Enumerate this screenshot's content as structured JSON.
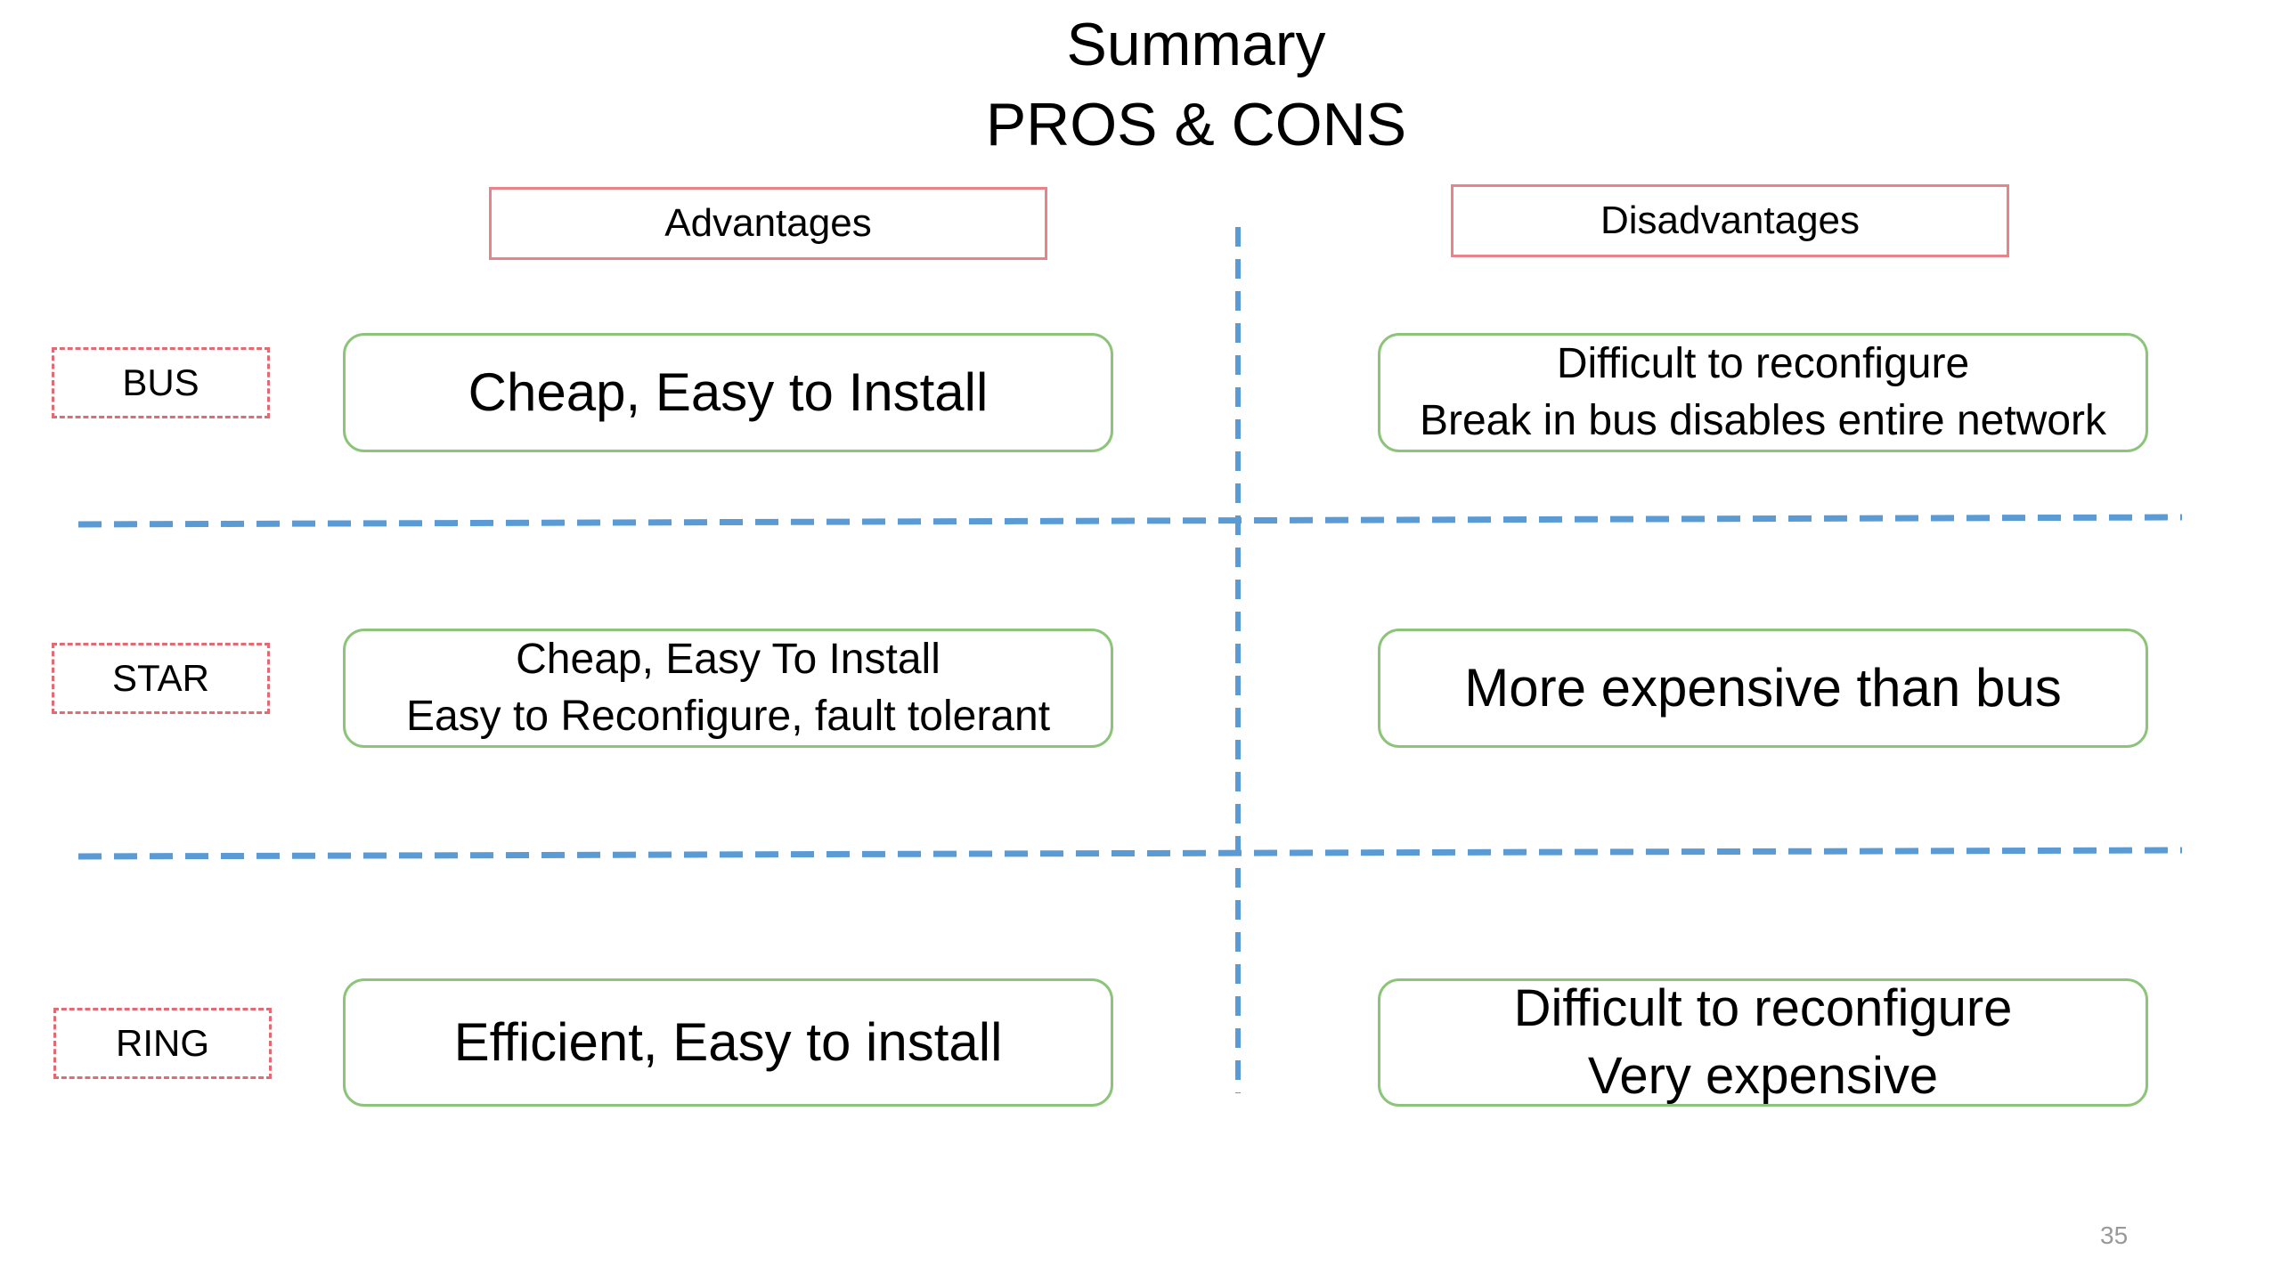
{
  "slide": {
    "title_line1": "Summary",
    "title_line2": "PROS & CONS",
    "page_number": "35"
  },
  "headers": {
    "advantages": "Advantages",
    "disadvantages": "Disadvantages"
  },
  "topologies": [
    {
      "label": "BUS",
      "advantages": [
        "Cheap, Easy to Install"
      ],
      "disadvantages": [
        "Difficult to reconfigure",
        "Break in bus disables entire network"
      ]
    },
    {
      "label": "STAR",
      "advantages": [
        "Cheap, Easy To Install",
        "Easy to Reconfigure, fault tolerant"
      ],
      "disadvantages": [
        "More expensive than bus"
      ]
    },
    {
      "label": "RING",
      "advantages": [
        "Efficient, Easy to install"
      ],
      "disadvantages": [
        "Difficult to reconfigure",
        "Very expensive"
      ]
    }
  ],
  "colors": {
    "header_border": "#e8838a",
    "topology_border": "#e26b73",
    "cell_border": "#8cc47a",
    "divider": "#5b9bd5",
    "page_number": "#999999"
  }
}
